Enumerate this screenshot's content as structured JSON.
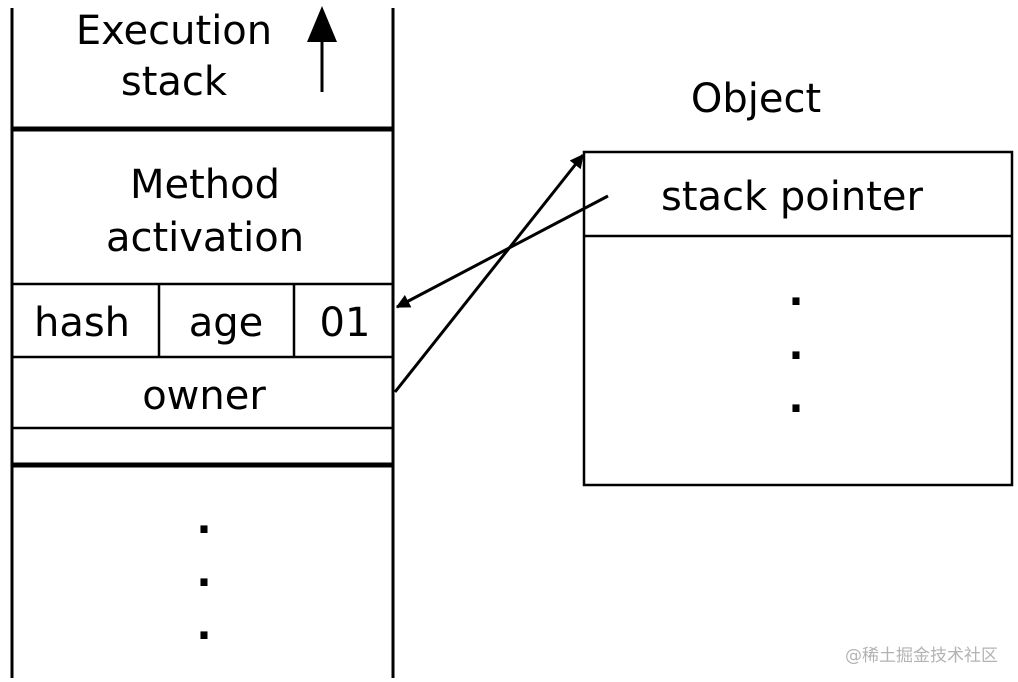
{
  "stack": {
    "title_line1": "Execution",
    "title_line2": "stack",
    "activation_line1": "Method",
    "activation_line2": "activation",
    "cells": [
      "hash",
      "age",
      "01"
    ],
    "owner": "owner",
    "dots": [
      "·",
      "·",
      "·"
    ]
  },
  "object": {
    "title": "Object",
    "header": "stack pointer",
    "dots": [
      "·",
      "·",
      "·"
    ]
  },
  "watermark": "@稀土掘金技术社区"
}
